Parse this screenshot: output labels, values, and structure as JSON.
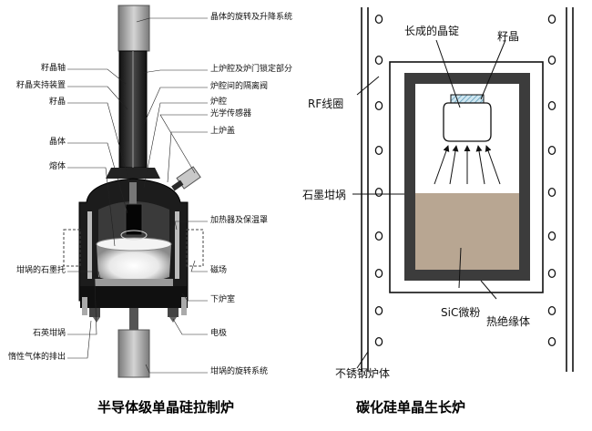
{
  "left": {
    "caption": "半导体级单晶硅拉制炉",
    "labels": {
      "crystal_rotation_lift": "晶体的旋转及升降系统",
      "seed_shaft": "籽晶轴",
      "seed_holder": "籽晶夹持装置",
      "seed": "籽晶",
      "crystal": "晶体",
      "melt": "熔体",
      "upper_chamber_lock": "上炉腔及炉门锁定部分",
      "isolation_valve": "炉腔间的隔离阀",
      "chamber": "炉腔",
      "optical_sensor": "光学传感器",
      "upper_lid": "上炉盖",
      "heater_insulation": "加热器及保温罩",
      "graphite_holder": "坩埚的石墨托",
      "magnetic_field": "磁场",
      "lower_chamber": "下炉室",
      "quartz_crucible": "石英坩埚",
      "electrode": "电极",
      "inert_gas_exhaust": "惰性气体的排出",
      "crucible_rotation": "坩埚的旋转系统"
    }
  },
  "right": {
    "caption": "碳化硅单晶生长炉",
    "labels": {
      "grown_ingot": "长成的晶锭",
      "seed": "籽晶",
      "rf_coil": "RF线圈",
      "graphite_crucible": "石墨坩埚",
      "sic_powder": "SiC微粉",
      "insulation": "热绝缘体",
      "steel_body": "不锈钢炉体"
    }
  },
  "colors": {
    "furnace_body": "#1a1a1a",
    "insulation": "#3c3c3c",
    "powder": "#b8a692",
    "seed_hatch": "#7fb8d0"
  }
}
